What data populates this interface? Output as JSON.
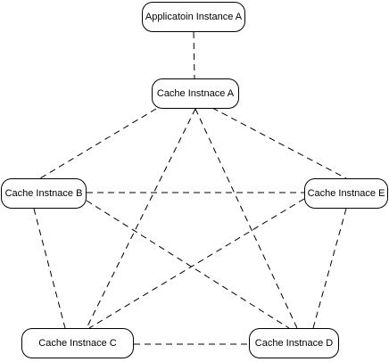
{
  "diagram": {
    "nodes": [
      {
        "id": "app",
        "label": "Applicatoin Instance A"
      },
      {
        "id": "a",
        "label": "Cache Instnace A"
      },
      {
        "id": "b",
        "label": "Cache Instnace B"
      },
      {
        "id": "e",
        "label": "Cache Instnace E"
      },
      {
        "id": "c",
        "label": "Cache Instnace C"
      },
      {
        "id": "d",
        "label": "Cache Instnace D"
      }
    ],
    "edges": [
      {
        "from": "app",
        "to": "a",
        "style": "dashed"
      },
      {
        "from": "a",
        "to": "b",
        "style": "dashed"
      },
      {
        "from": "a",
        "to": "e",
        "style": "dashed"
      },
      {
        "from": "a",
        "to": "c",
        "style": "dashed"
      },
      {
        "from": "a",
        "to": "d",
        "style": "dashed"
      },
      {
        "from": "b",
        "to": "e",
        "style": "dashed"
      },
      {
        "from": "b",
        "to": "c",
        "style": "dashed"
      },
      {
        "from": "b",
        "to": "d",
        "style": "dashed"
      },
      {
        "from": "e",
        "to": "c",
        "style": "dashed"
      },
      {
        "from": "e",
        "to": "d",
        "style": "dashed"
      },
      {
        "from": "c",
        "to": "d",
        "style": "dashed"
      }
    ]
  }
}
